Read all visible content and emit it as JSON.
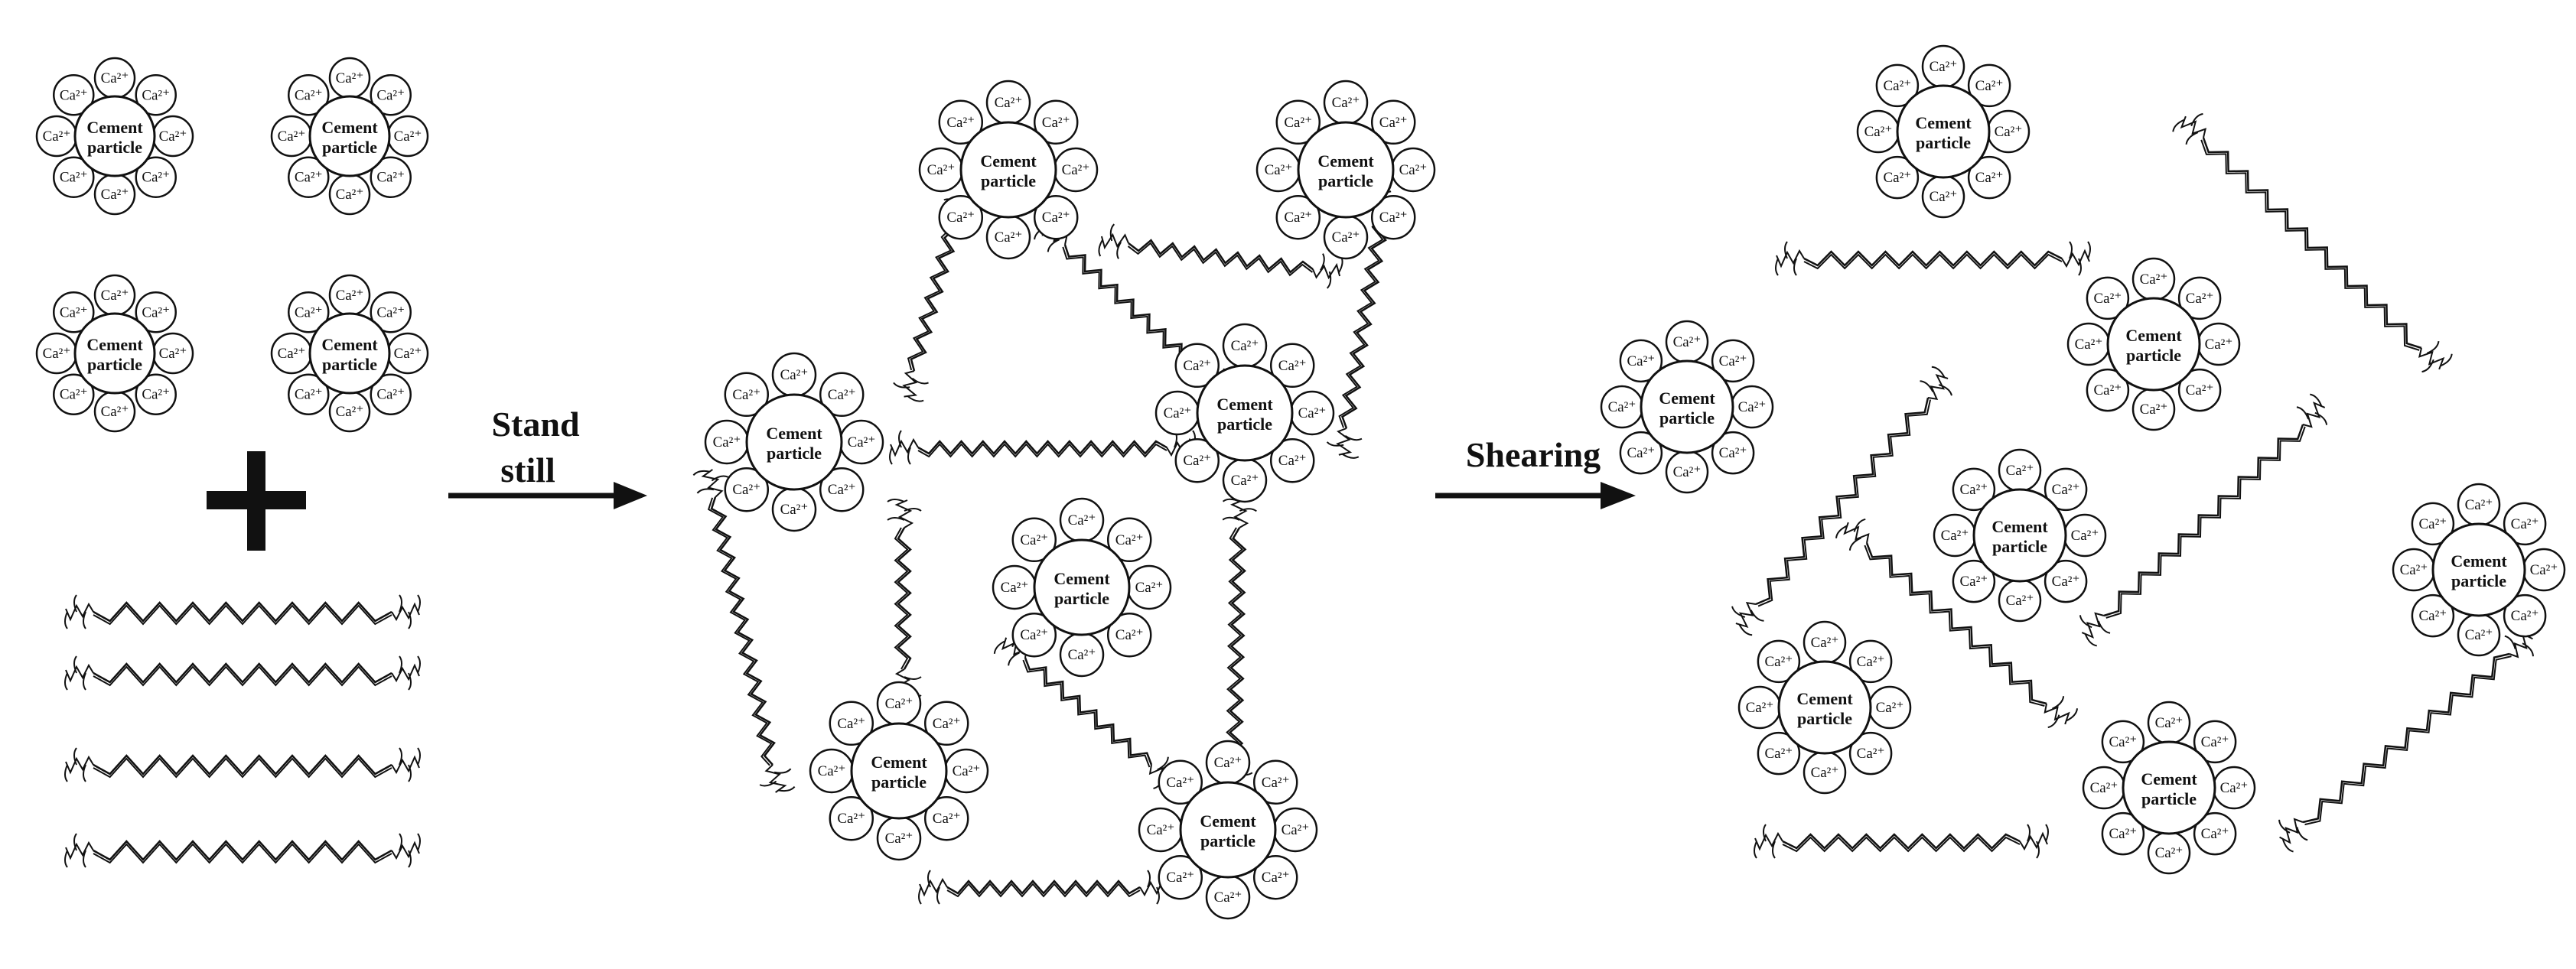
{
  "particle_label_line1": "Cement",
  "particle_label_line2": "particle",
  "ion_label": "Ca²⁺",
  "steps": [
    {
      "label_lines": [
        "Stand",
        "still"
      ]
    },
    {
      "label_lines": [
        "Shearing"
      ]
    }
  ],
  "colors": {
    "ink": "#111111",
    "background": "#ffffff"
  }
}
